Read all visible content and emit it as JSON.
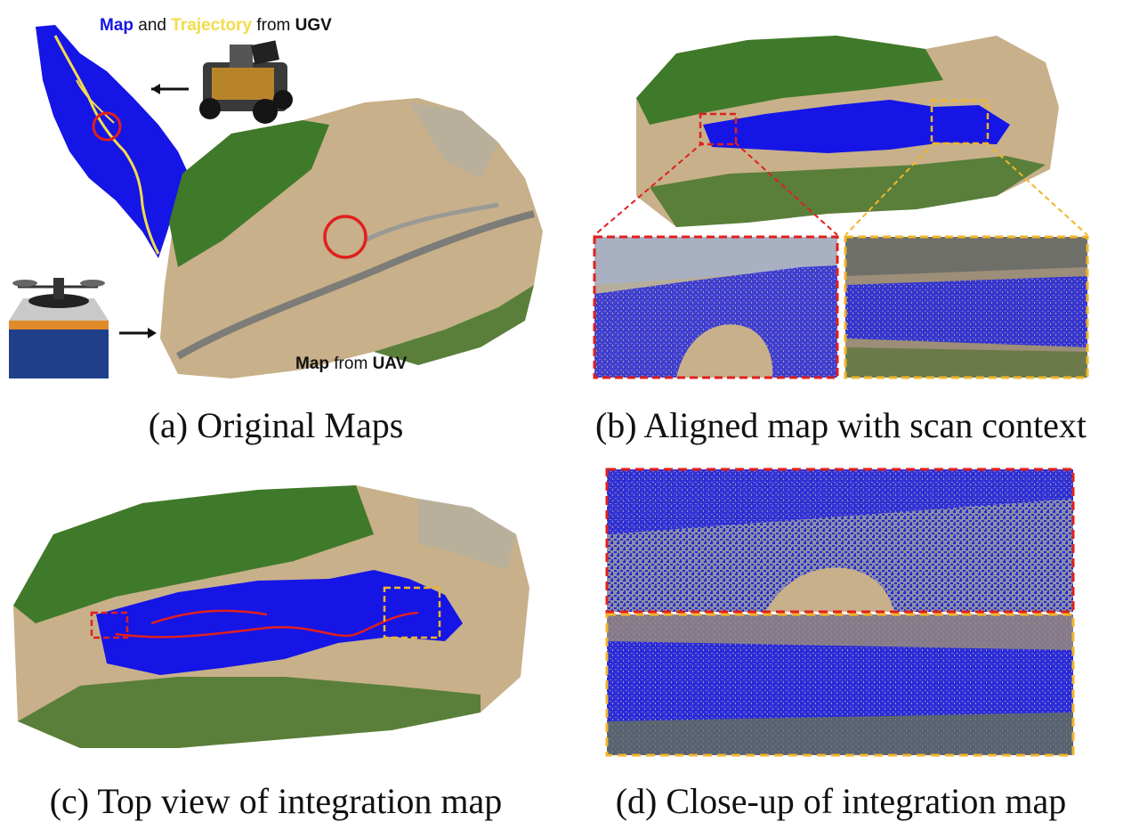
{
  "panel_a": {
    "caption": "(a) Original Maps",
    "ugv_label": {
      "w1": "Map",
      "w2": "and",
      "w3": "Trajectory",
      "w4": "from",
      "w5": "UGV"
    },
    "uav_label": {
      "w1": "Map",
      "w2": "from",
      "w3": "UAV"
    }
  },
  "panel_b": {
    "caption": "(b) Aligned map with scan context"
  },
  "panel_c": {
    "caption": "(c) Top view of integration map"
  },
  "panel_d": {
    "caption": "(d) Close-up of integration map"
  },
  "colors": {
    "ugv_map": "#1515e6",
    "trajectory": "#f2dc4a",
    "marker_red": "#e0201e",
    "marker_yellow": "#f2b52a",
    "vegetation": "#3f7a2a",
    "terrain": "#c8b08a"
  }
}
